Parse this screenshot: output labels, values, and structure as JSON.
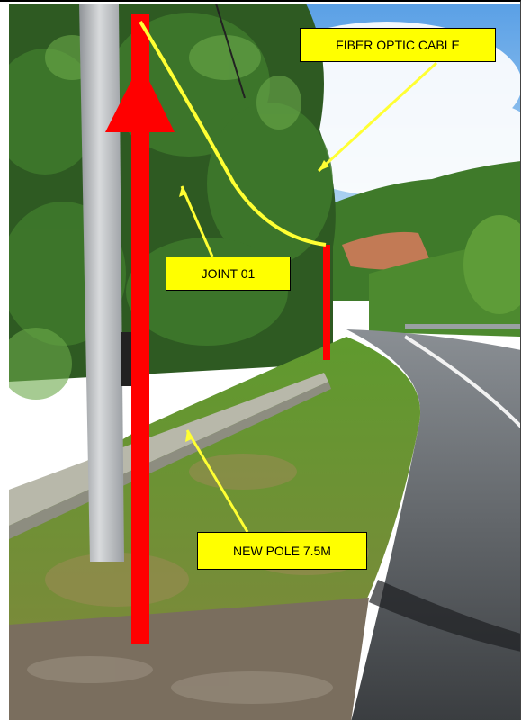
{
  "callouts": {
    "fiber": "FIBER OPTIC CABLE",
    "joint": "JOINT 01",
    "pole": "NEW POLE 7.5M"
  },
  "colors": {
    "callout_bg": "#ffff00",
    "pole_arrow": "#ff0000",
    "cable": "#ffff33",
    "leader": "#ffff33"
  }
}
